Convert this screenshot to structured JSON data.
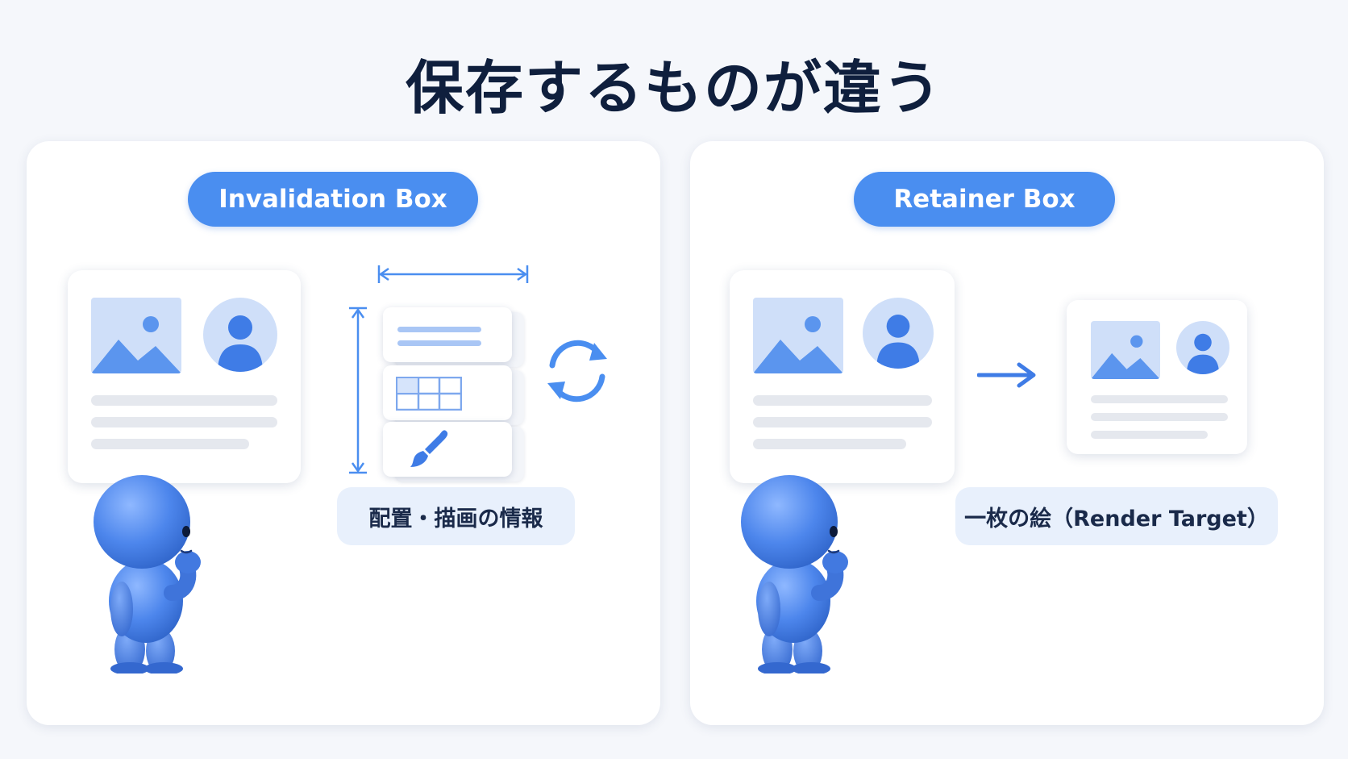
{
  "title": "保存するものが違う",
  "colors": {
    "accent": "#4a8ef0",
    "accent_light": "#cfdff9",
    "title_text": "#0f1f3d",
    "label_bg": "#e8f0fc"
  },
  "left_panel": {
    "pill_label": "Invalidation Box",
    "caption": "配置・描画の情報",
    "icons": [
      "image-placeholder-icon",
      "avatar-placeholder-icon",
      "width-arrow-icon",
      "height-arrow-icon",
      "text-lines-icon",
      "table-grid-icon",
      "paint-brush-icon",
      "refresh-cycle-icon",
      "thinking-figure"
    ]
  },
  "right_panel": {
    "pill_label": "Retainer Box",
    "caption": "一枚の絵（Render Target）",
    "icons": [
      "image-placeholder-icon",
      "avatar-placeholder-icon",
      "right-arrow-icon",
      "thinking-figure"
    ]
  }
}
